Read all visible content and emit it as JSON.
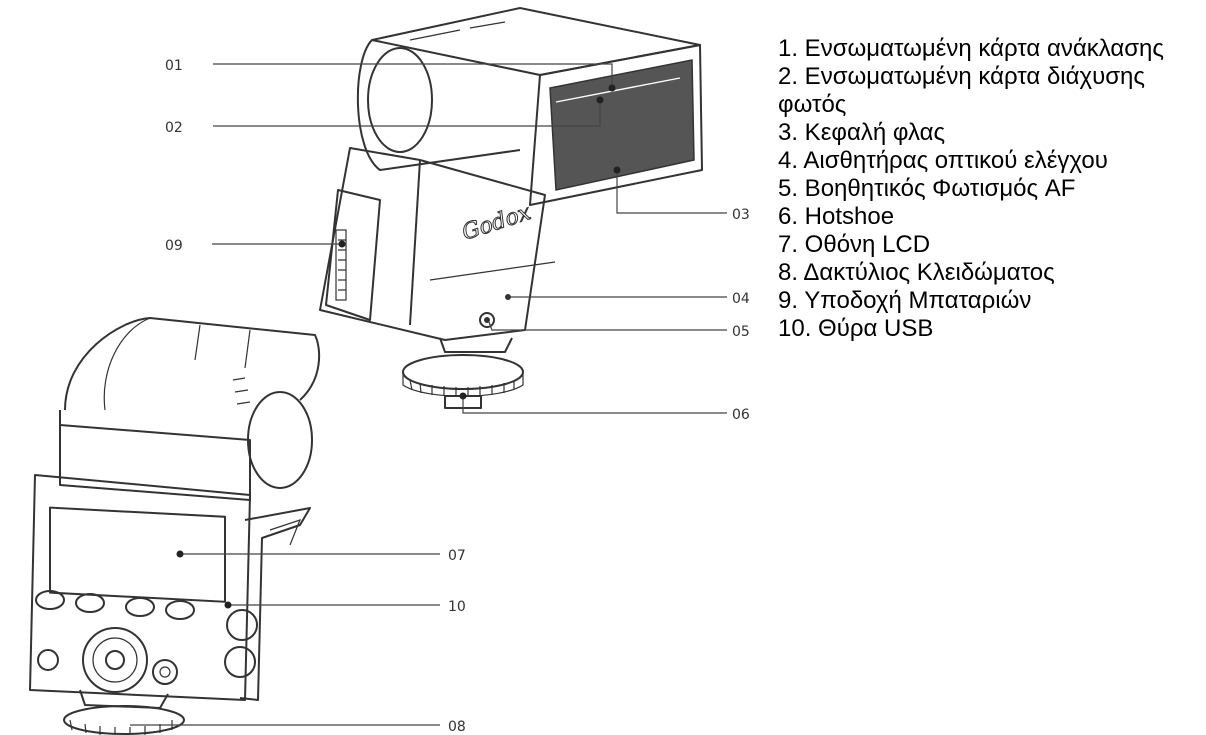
{
  "callouts": [
    "01",
    "02",
    "03",
    "04",
    "05",
    "06",
    "07",
    "08",
    "09",
    "10"
  ],
  "brand_logo_text": "Godox",
  "legend": [
    "1. Ενσωματωμένη κάρτα ανάκλασης",
    "2. Ενσωματωμένη κάρτα διάχυσης φωτός",
    "3. Κεφαλή φλας",
    "4. Αισθητήρας οπτικού ελέγχου",
    "5. Βοηθητικός Φωτισμός AF",
    "6. Hotshoe",
    "7. Οθόνη LCD",
    "8. Δακτύλιος Κλειδώματος",
    "9. Υποδοχή Μπαταριών",
    "10. Θύρα USB"
  ],
  "colors": {
    "line": "#333333",
    "screen": "#555555",
    "text": "#000000"
  }
}
